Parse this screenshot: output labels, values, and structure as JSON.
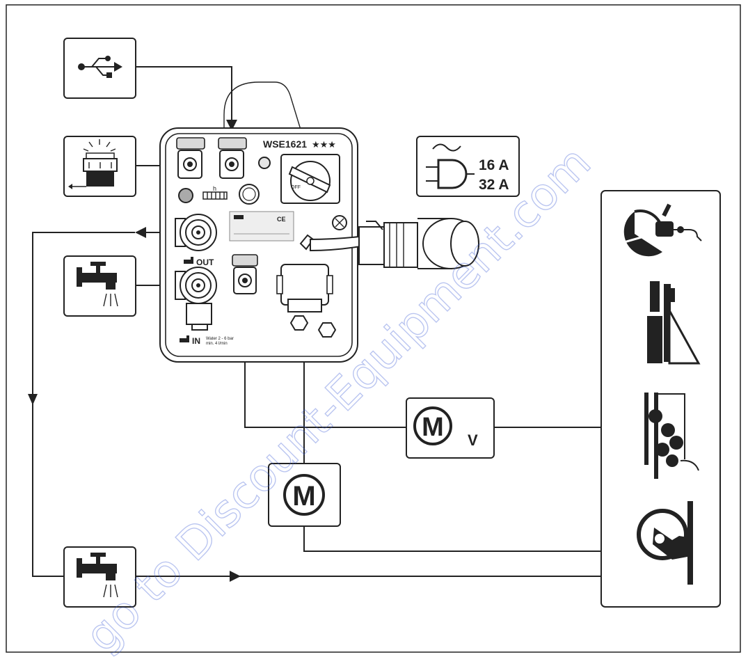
{
  "device": {
    "model": "WSE1621",
    "stars": "★★★",
    "port_out_label": "OUT",
    "port_in_label": "IN",
    "water_spec_line1": "Water 2 - 6 bar",
    "water_spec_line2": "min. 4 l/min",
    "counter_label": "h",
    "switch_off_label": "OFF",
    "ce_mark": "CE"
  },
  "power": {
    "rating_1": "16 A",
    "rating_2": "32 A"
  },
  "motors": {
    "motor_label": "M",
    "motor_v_label": "M",
    "motor_v_suffix": "V"
  },
  "watermark": {
    "text": "go to Discount-Equipment.com"
  },
  "icons": [
    "usb-icon",
    "warning-light-icon",
    "water-tap-icon",
    "power-plug-icon",
    "motor-icon",
    "motor-v-icon",
    "cutting-saw-icon",
    "drill-stand-icon",
    "wall-saw-icon",
    "wire-saw-icon"
  ]
}
